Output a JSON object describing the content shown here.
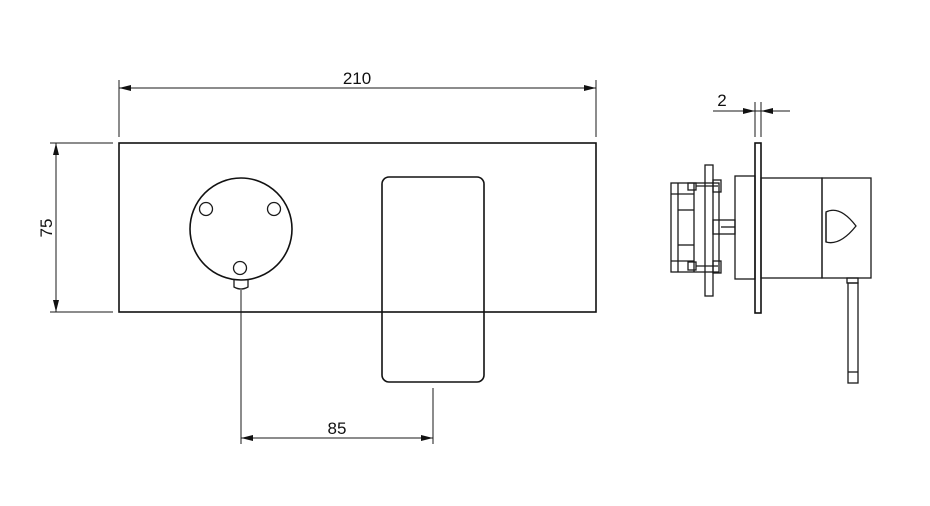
{
  "dimensions": {
    "width": "210",
    "height": "75",
    "offset": "85",
    "plate_thickness": "2"
  }
}
